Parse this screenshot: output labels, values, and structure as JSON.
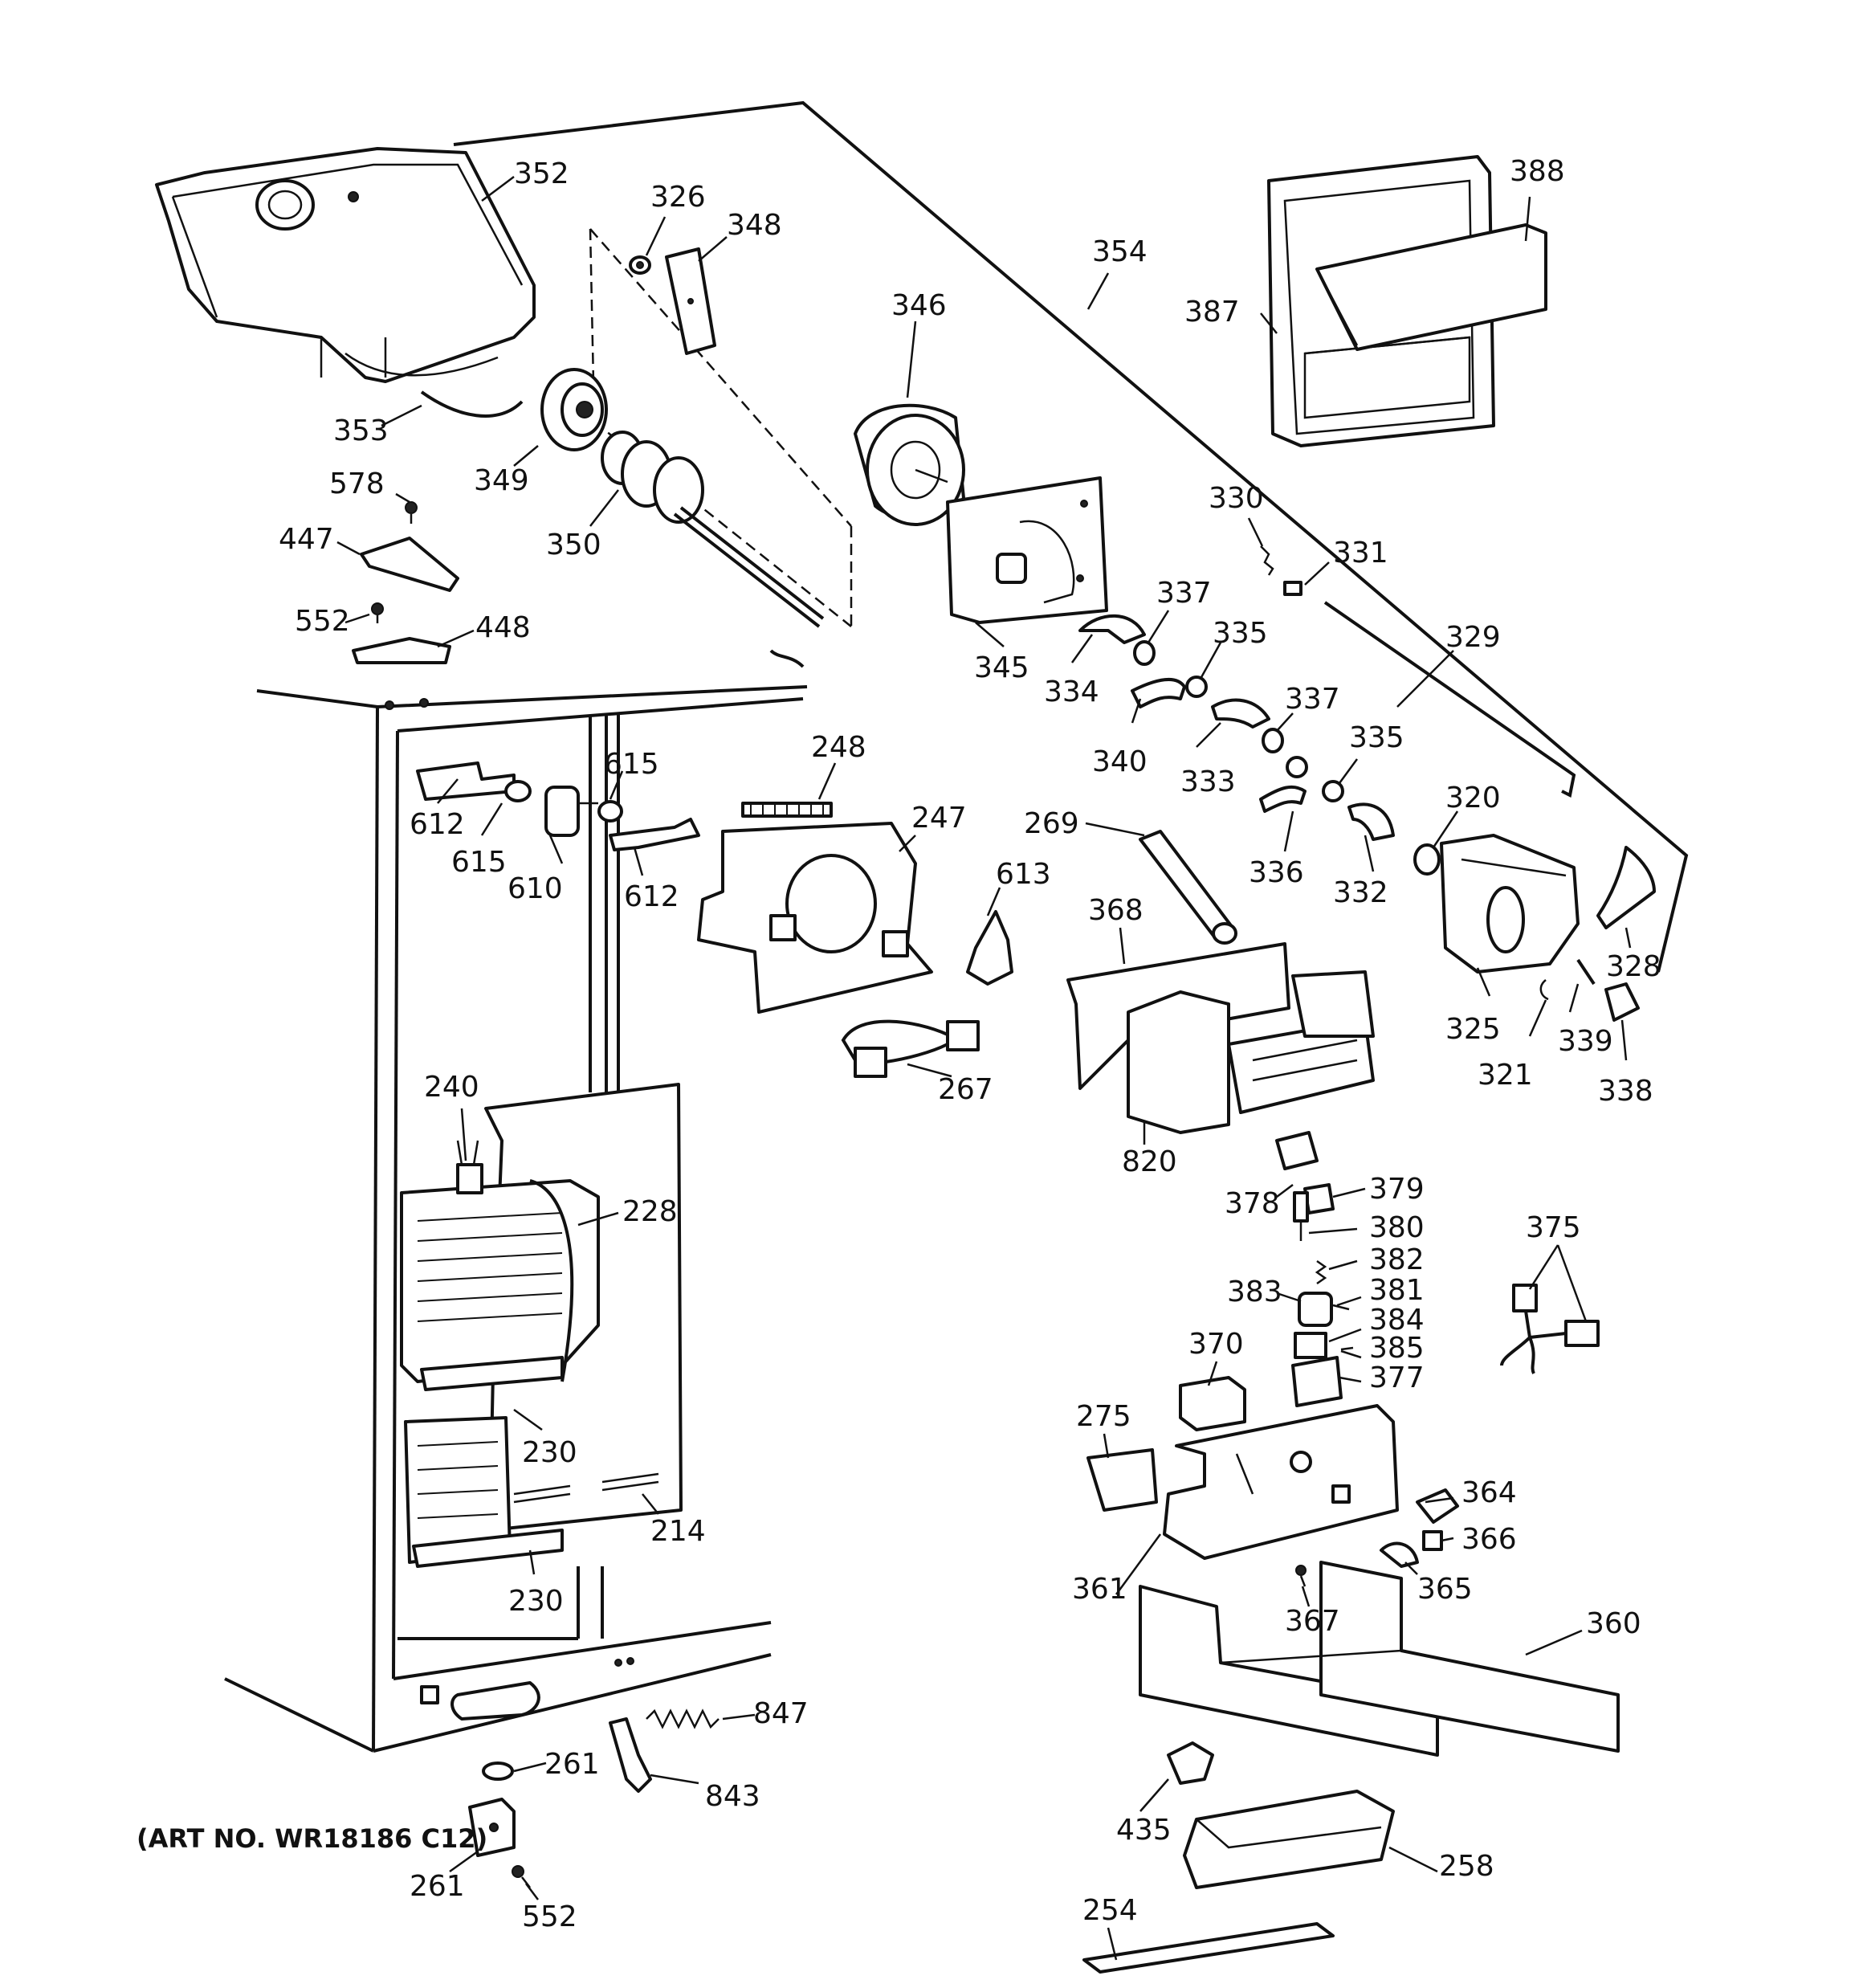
{
  "art_number": "(ART NO. WR18186 C12)",
  "callouts": [
    {
      "id": "c352",
      "text": "352"
    },
    {
      "id": "c326",
      "text": "326"
    },
    {
      "id": "c348",
      "text": "348"
    },
    {
      "id": "c354",
      "text": "354"
    },
    {
      "id": "c388",
      "text": "388"
    },
    {
      "id": "c346",
      "text": "346"
    },
    {
      "id": "c387",
      "text": "387"
    },
    {
      "id": "c353",
      "text": "353"
    },
    {
      "id": "c349",
      "text": "349"
    },
    {
      "id": "c578",
      "text": "578"
    },
    {
      "id": "c330",
      "text": "330"
    },
    {
      "id": "c447",
      "text": "447"
    },
    {
      "id": "c350",
      "text": "350"
    },
    {
      "id": "c331",
      "text": "331"
    },
    {
      "id": "c337a",
      "text": "337"
    },
    {
      "id": "c552a",
      "text": "552"
    },
    {
      "id": "c448",
      "text": "448"
    },
    {
      "id": "c335a",
      "text": "335"
    },
    {
      "id": "c329",
      "text": "329"
    },
    {
      "id": "c345",
      "text": "345"
    },
    {
      "id": "c334",
      "text": "334"
    },
    {
      "id": "c337b",
      "text": "337"
    },
    {
      "id": "c248",
      "text": "248"
    },
    {
      "id": "c615a",
      "text": "615"
    },
    {
      "id": "c340",
      "text": "340"
    },
    {
      "id": "c333",
      "text": "333"
    },
    {
      "id": "c335b",
      "text": "335"
    },
    {
      "id": "c612a",
      "text": "612"
    },
    {
      "id": "c247",
      "text": "247"
    },
    {
      "id": "c269",
      "text": "269"
    },
    {
      "id": "c320",
      "text": "320"
    },
    {
      "id": "c615b",
      "text": "615"
    },
    {
      "id": "c613",
      "text": "613"
    },
    {
      "id": "c336",
      "text": "336"
    },
    {
      "id": "c610",
      "text": "610"
    },
    {
      "id": "c612b",
      "text": "612"
    },
    {
      "id": "c368",
      "text": "368"
    },
    {
      "id": "c332",
      "text": "332"
    },
    {
      "id": "c328",
      "text": "328"
    },
    {
      "id": "c325",
      "text": "325"
    },
    {
      "id": "c339",
      "text": "339"
    },
    {
      "id": "c321",
      "text": "321"
    },
    {
      "id": "c338",
      "text": "338"
    },
    {
      "id": "c267",
      "text": "267"
    },
    {
      "id": "c240",
      "text": "240"
    },
    {
      "id": "c820",
      "text": "820"
    },
    {
      "id": "c378",
      "text": "378"
    },
    {
      "id": "c379",
      "text": "379"
    },
    {
      "id": "c228",
      "text": "228"
    },
    {
      "id": "c375",
      "text": "375"
    },
    {
      "id": "c380",
      "text": "380"
    },
    {
      "id": "c382",
      "text": "382"
    },
    {
      "id": "c383",
      "text": "383"
    },
    {
      "id": "c381",
      "text": "381"
    },
    {
      "id": "c384",
      "text": "384"
    },
    {
      "id": "c370",
      "text": "370"
    },
    {
      "id": "c385",
      "text": "385"
    },
    {
      "id": "c377",
      "text": "377"
    },
    {
      "id": "c275",
      "text": "275"
    },
    {
      "id": "c230a",
      "text": "230"
    },
    {
      "id": "c364",
      "text": "364"
    },
    {
      "id": "c214",
      "text": "214"
    },
    {
      "id": "c366",
      "text": "366"
    },
    {
      "id": "c361",
      "text": "361"
    },
    {
      "id": "c365",
      "text": "365"
    },
    {
      "id": "c230b",
      "text": "230"
    },
    {
      "id": "c367",
      "text": "367"
    },
    {
      "id": "c360",
      "text": "360"
    },
    {
      "id": "c847",
      "text": "847"
    },
    {
      "id": "c261a",
      "text": "261"
    },
    {
      "id": "c843",
      "text": "843"
    },
    {
      "id": "c435",
      "text": "435"
    },
    {
      "id": "c258",
      "text": "258"
    },
    {
      "id": "c261b",
      "text": "261"
    },
    {
      "id": "c552b",
      "text": "552"
    },
    {
      "id": "c254",
      "text": "254"
    }
  ]
}
